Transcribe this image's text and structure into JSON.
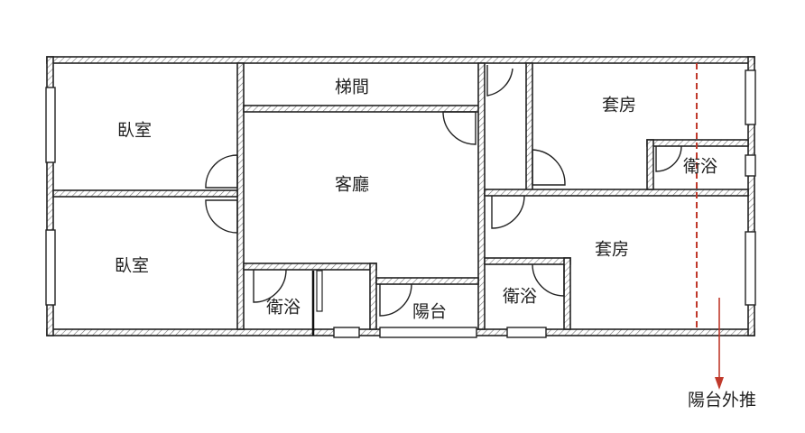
{
  "rooms": {
    "bedroom_top": "臥室",
    "bedroom_bottom": "臥室",
    "stairwell": "梯間",
    "living_room": "客廳",
    "suite_top": "套房",
    "bath_suite_top": "衛浴",
    "suite_bottom": "套房",
    "bath_left": "衛浴",
    "balcony": "陽台",
    "bath_middle": "衛浴"
  },
  "annotation": {
    "text": "陽台外推",
    "color": "#c0392b"
  }
}
